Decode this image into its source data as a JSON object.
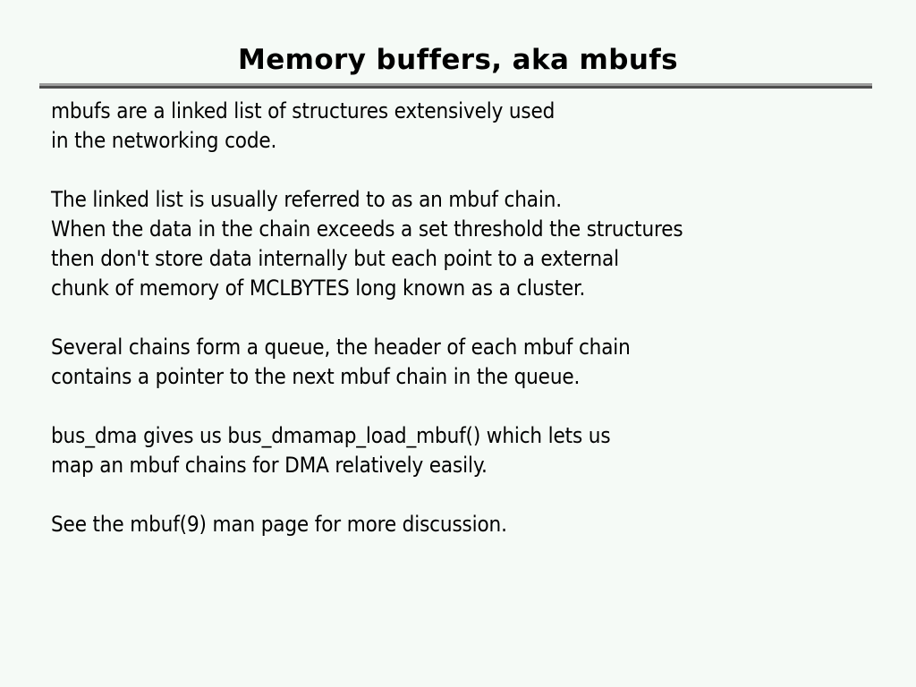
{
  "slide": {
    "title": "Memory buffers, aka mbufs",
    "background_color": "#f5faf6",
    "text_color": "#000000",
    "rule": {
      "highlight_color": "#9d9d9d",
      "shadow_color": "#4d4d4d"
    },
    "paragraphs": [
      {
        "lines": [
          "mbufs are a linked list of structures extensively used",
          "in the networking code."
        ]
      },
      {
        "lines": [
          "The linked list is usually referred to as an mbuf chain.",
          "When the data in the chain exceeds a set threshold the structures",
          "then don't store data internally but each point to a external",
          "chunk of memory of MCLBYTES long known as a cluster."
        ]
      },
      {
        "lines": [
          "Several chains form a queue, the header of each mbuf chain",
          "contains a pointer to the next mbuf chain in the queue."
        ]
      },
      {
        "lines": [
          "bus_dma gives us bus_dmamap_load_mbuf() which lets us",
          "map an mbuf chains for DMA relatively easily."
        ]
      },
      {
        "lines": [
          "See the mbuf(9) man page for more discussion."
        ]
      }
    ]
  }
}
